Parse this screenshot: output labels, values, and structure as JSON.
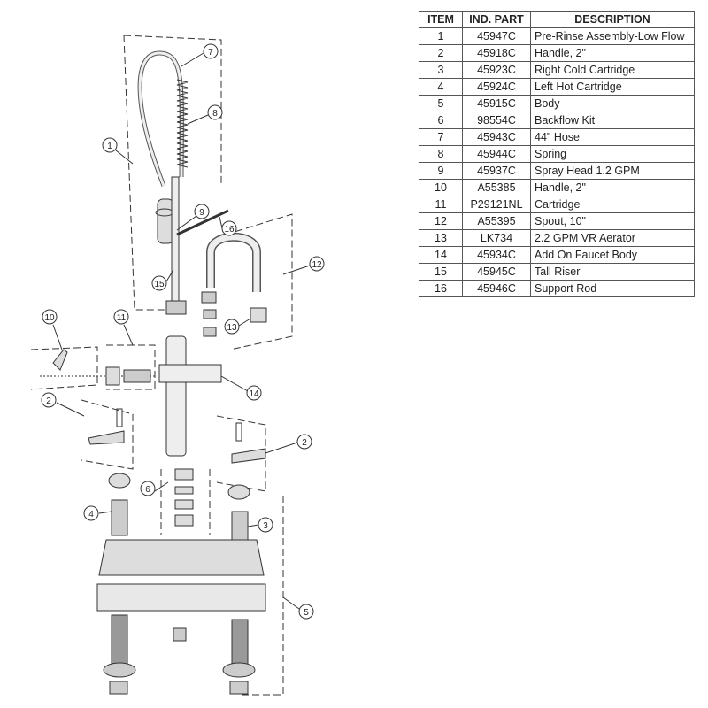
{
  "table": {
    "headers": [
      "ITEM",
      "IND. PART",
      "DESCRIPTION"
    ],
    "rows": [
      {
        "item": "1",
        "part": "45947C",
        "description": "Pre-Rinse Assembly-Low Flow"
      },
      {
        "item": "2",
        "part": "45918C",
        "description": "Handle, 2\""
      },
      {
        "item": "3",
        "part": "45923C",
        "description": "Right Cold Cartridge"
      },
      {
        "item": "4",
        "part": "45924C",
        "description": "Left Hot Cartridge"
      },
      {
        "item": "5",
        "part": "45915C",
        "description": "Body"
      },
      {
        "item": "6",
        "part": "98554C",
        "description": "Backflow Kit"
      },
      {
        "item": "7",
        "part": "45943C",
        "description": "44\" Hose"
      },
      {
        "item": "8",
        "part": "45944C",
        "description": "Spring"
      },
      {
        "item": "9",
        "part": "45937C",
        "description": "Spray Head 1.2 GPM"
      },
      {
        "item": "10",
        "part": "A55385",
        "description": "Handle, 2\""
      },
      {
        "item": "11",
        "part": "P29121NL",
        "description": "Cartridge"
      },
      {
        "item": "12",
        "part": "A55395",
        "description": "Spout, 10\""
      },
      {
        "item": "13",
        "part": "LK734",
        "description": "2.2 GPM VR Aerator"
      },
      {
        "item": "14",
        "part": "45934C",
        "description": "Add On Faucet Body"
      },
      {
        "item": "15",
        "part": "45945C",
        "description": "Tall Riser"
      },
      {
        "item": "16",
        "part": "45946C",
        "description": "Support Rod"
      }
    ]
  },
  "callouts": [
    "7",
    "8",
    "1",
    "9",
    "16",
    "12",
    "15",
    "13",
    "10",
    "11",
    "14",
    "2",
    "2",
    "6",
    "4",
    "3",
    "5"
  ],
  "colors": {
    "line": "#333333",
    "part_fill": "#d8d8d8"
  }
}
